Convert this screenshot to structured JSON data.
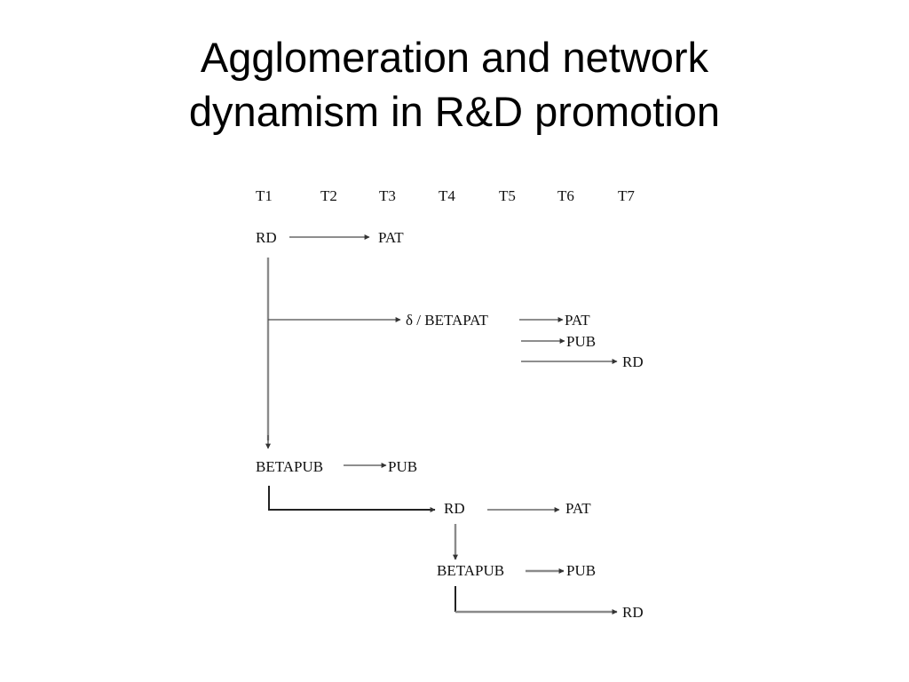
{
  "title": {
    "line1": "Agglomeration and network",
    "line2": "dynamism in R&D promotion"
  },
  "diagram": {
    "time_labels": [
      "T1",
      "T2",
      "T3",
      "T4",
      "T5",
      "T6",
      "T7"
    ],
    "nodes": {
      "rd_1": "RD",
      "pat_1": "PAT",
      "betapat": "δ / BETAPAT",
      "pat_2": "PAT",
      "pub_2": "PUB",
      "rd_2": "RD",
      "betapub_1": "BETAPUB",
      "pub_1": "PUB",
      "rd_3": "RD",
      "pat_3": "PAT",
      "betapub_2": "BETAPUB",
      "pub_3": "PUB",
      "rd_4": "RD"
    },
    "colors": {
      "line": "#4a4a4a",
      "line_gray": "#8a8a8a",
      "text": "#111111"
    }
  }
}
